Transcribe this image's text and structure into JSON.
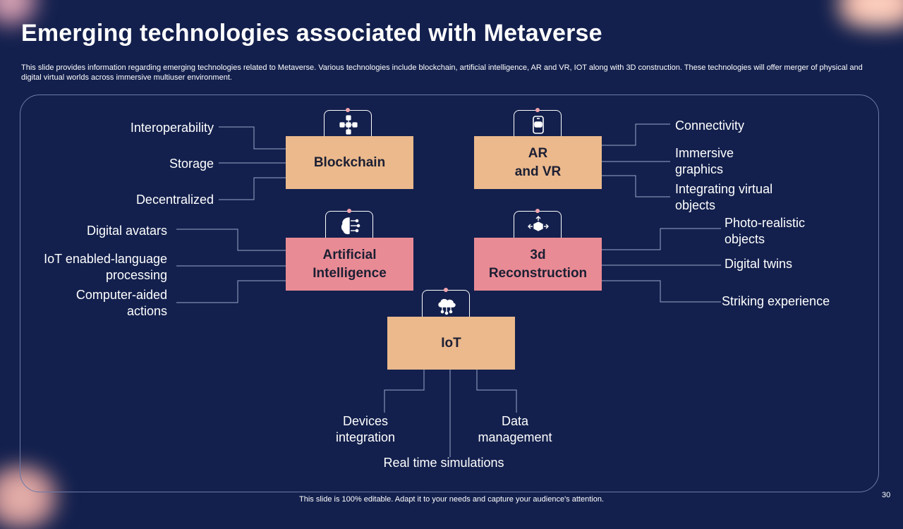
{
  "title": "Emerging technologies associated with Metaverse",
  "description": "This slide provides information regarding emerging technologies related to Metaverse. Various technologies include blockchain, artificial intelligence, AR and VR, IOT along with 3D construction. These technologies will offer merger of physical and digital virtual worlds across immersive multiuser environment.",
  "nodes": {
    "blockchain": {
      "label": "Blockchain",
      "icon": "blockchain-icon",
      "color": "#ebb98c",
      "features": [
        "Interoperability",
        "Storage",
        "Decentralized"
      ]
    },
    "ar_vr": {
      "label_line1": "AR",
      "label_line2": "and VR",
      "icon": "vr-headset-icon",
      "color": "#ebb98c",
      "features": [
        "Connectivity",
        "Immersive graphics",
        "Integrating virtual objects"
      ]
    },
    "ai": {
      "label_line1": "Artificial",
      "label_line2": "Intelligence",
      "icon": "brain-circuit-icon",
      "color": "#e98b95",
      "features": [
        "Digital avatars",
        "IoT enabled-language processing",
        "Computer-aided actions"
      ]
    },
    "reconstruction": {
      "label_line1": "3d",
      "label_line2": "Reconstruction",
      "icon": "3d-cube-icon",
      "color": "#e98b95",
      "features": [
        "Photo-realistic objects",
        "Digital twins",
        "Striking experience"
      ]
    },
    "iot": {
      "label": "IoT",
      "icon": "cloud-network-icon",
      "color": "#ebb98c",
      "features": [
        "Devices integration",
        "Data management",
        "Real time simulations"
      ]
    }
  },
  "footer": "This slide is 100% editable. Adapt it to your needs and capture your audience's attention.",
  "page_number": "30"
}
